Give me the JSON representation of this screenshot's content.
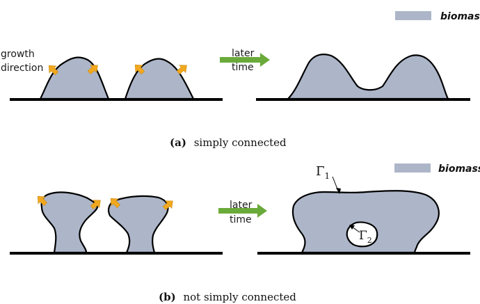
{
  "colors": {
    "biomass_fill": "#adb6c9",
    "outline": "#000000",
    "growth_arrow": "#f2a81e",
    "time_arrow": "#6aaa3a"
  },
  "icons": {
    "growth_direction": "arrow-up-right-icon",
    "time_flow": "arrow-right-icon"
  },
  "panel_a": {
    "legend_label": "biomass",
    "growth_label_line1": "growth",
    "growth_label_line2": "direction",
    "time_label_line1": "later",
    "time_label_line2": "time",
    "caption_letter": "(a)",
    "caption_text": "simply connected"
  },
  "panel_b": {
    "legend_label": "biomass",
    "time_label_line1": "later",
    "time_label_line2": "time",
    "gamma1_symbol": "Γ",
    "gamma1_sub": "1",
    "gamma2_symbol": "Γ",
    "gamma2_sub": "2",
    "caption_letter": "(b)",
    "caption_text": "not simply connected"
  }
}
